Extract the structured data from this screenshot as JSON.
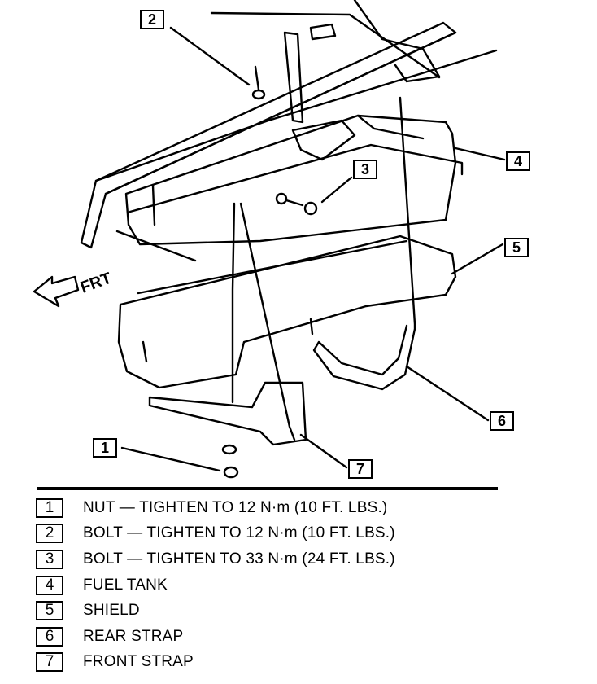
{
  "diagram": {
    "direction_label": "FRT",
    "callouts": [
      "1",
      "2",
      "3",
      "4",
      "5",
      "6",
      "7"
    ]
  },
  "legend": [
    {
      "num": "1",
      "text": "NUT — TIGHTEN TO 12 N·m (10 FT. LBS.)"
    },
    {
      "num": "2",
      "text": "BOLT — TIGHTEN TO 12 N·m (10 FT. LBS.)"
    },
    {
      "num": "3",
      "text": "BOLT — TIGHTEN TO 33 N·m (24 FT. LBS.)"
    },
    {
      "num": "4",
      "text": "FUEL TANK"
    },
    {
      "num": "5",
      "text": "SHIELD"
    },
    {
      "num": "6",
      "text": "REAR STRAP"
    },
    {
      "num": "7",
      "text": "FRONT STRAP"
    }
  ]
}
